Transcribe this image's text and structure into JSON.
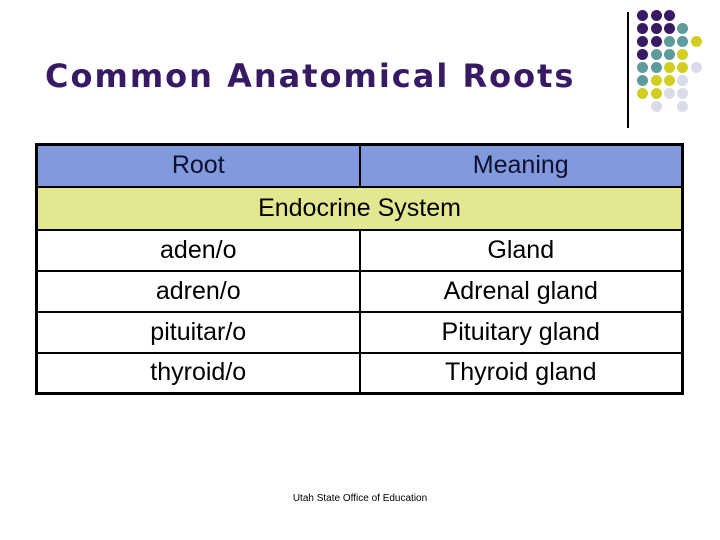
{
  "slide": {
    "title": "Common Anatomical Roots",
    "footer": "Utah State Office of Education"
  },
  "table": {
    "columns": [
      "Root",
      "Meaning"
    ],
    "section_header": "Endocrine System",
    "rows": [
      {
        "root": "aden/o",
        "meaning": "Gland"
      },
      {
        "root": "adren/o",
        "meaning": "Adrenal gland"
      },
      {
        "root": "pituitar/o",
        "meaning": "Pituitary gland"
      },
      {
        "root": "thyroid/o",
        "meaning": "Thyroid gland"
      }
    ],
    "colors": {
      "header_bg": "#8199DD",
      "section_bg": "#E3E78F",
      "row_bg": "#FFFFFF",
      "border": "#000000",
      "header_text": "#10102E",
      "body_text": "#000000"
    }
  },
  "theme": {
    "background": "#FFFFFF",
    "title_color": "#371A63"
  },
  "decoration": {
    "name": "dot-grid",
    "colors": {
      "P": "#371A63",
      "T": "#5F9B9B",
      "Y": "#D2CE21",
      "G": "#D9DBEA"
    },
    "pattern": [
      "PPP..",
      "PPPT.",
      "PPTTY",
      "PTTY.",
      "TTYYG",
      "TYYG.",
      "YYGG.",
      ".G.G."
    ]
  }
}
